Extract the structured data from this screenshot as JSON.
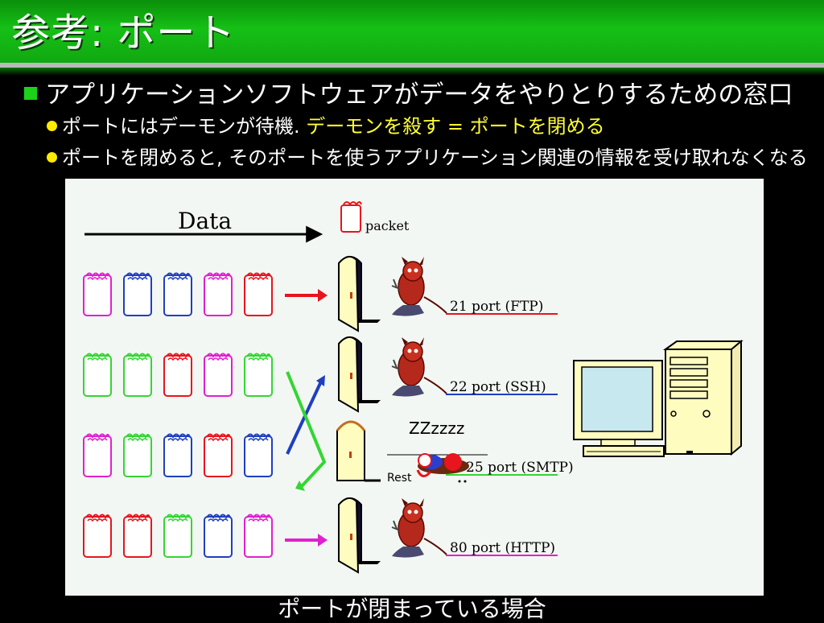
{
  "slide": {
    "title": "参考: ポート",
    "bullet_main": "アプリケーションソフトウェアがデータをやりとりするための窓口",
    "bullet_sub1_plain": "ポートにはデーモンが待機.",
    "bullet_sub1_highlight": "デーモンを殺す = ポートを閉める",
    "bullet_sub2": "ポートを閉めると, そのポートを使うアプリケーション関連の情報を受け取れなくなる",
    "caption": "ポートが閉まっている場合"
  },
  "diagram": {
    "data_label": "Data",
    "packet_label": "packet",
    "sleep_text": "ZZzzzz",
    "rest_label": "Rest",
    "ports": [
      {
        "label": "21 port (FTP)",
        "color": "#e8141e",
        "open": true
      },
      {
        "label": "22 port (SSH)",
        "color": "#1f3fc0",
        "open": true
      },
      {
        "label": "25 port (SMTP)",
        "color": "#33d633",
        "open": false
      },
      {
        "label": "80 port (HTTP)",
        "color": "#e020d0",
        "open": true
      }
    ],
    "packet_rows": [
      [
        "magenta",
        "blue",
        "blue",
        "magenta",
        "red"
      ],
      [
        "green",
        "green",
        "red",
        "magenta",
        "green"
      ],
      [
        "magenta",
        "green",
        "blue",
        "red",
        "blue"
      ],
      [
        "red",
        "red",
        "green",
        "blue",
        "magenta"
      ]
    ],
    "colors": {
      "red": "#e8141e",
      "blue": "#1f3fc0",
      "green": "#33d633",
      "magenta": "#e020d0",
      "title_green": "#16c016",
      "highlight_yellow": "#ffff33"
    }
  }
}
